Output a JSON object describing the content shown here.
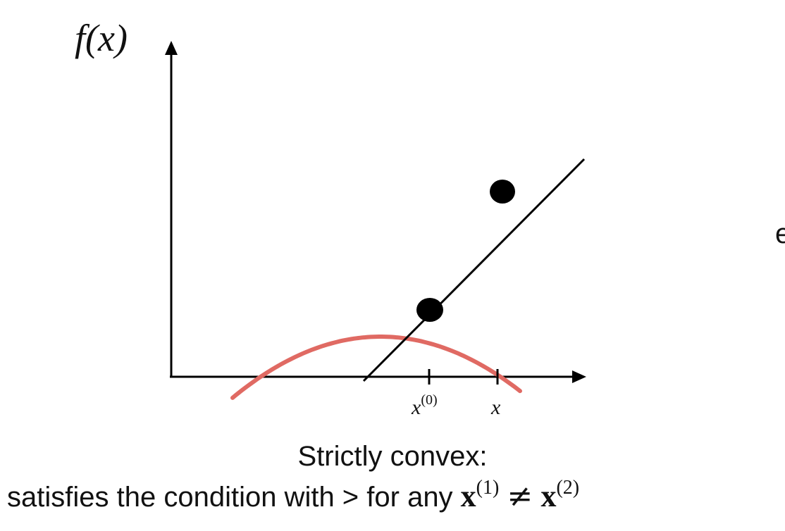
{
  "diagram": {
    "y_axis_label": "f(x)",
    "x_axis_labels": {
      "x0_base": "x",
      "x0_superscript": "(0)",
      "x": "x"
    },
    "colors": {
      "curve": "#e06a63",
      "axes": "#000000",
      "tangent": "#000000",
      "points": "#000000"
    },
    "points_depicted": [
      "f(x^(0))",
      "f(x)"
    ]
  },
  "caption": {
    "title": "Strictly convex:",
    "condition_text": "satisfies the condition with > for any ",
    "vec_symbol": "x",
    "sup1": "(1)",
    "neq_symbol": "≠",
    "sup2": "(2)"
  },
  "edge_fragment": "e"
}
